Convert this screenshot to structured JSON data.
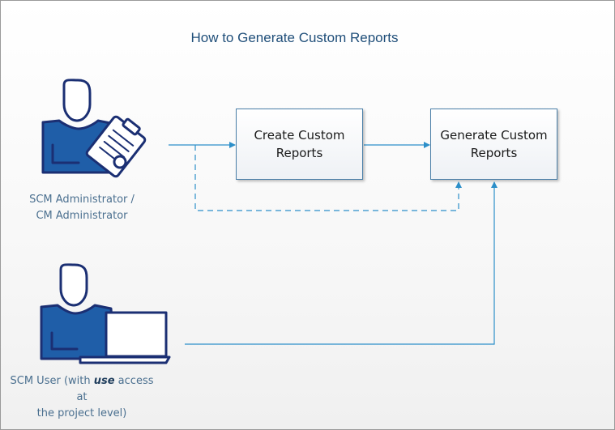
{
  "diagram": {
    "title": "How to Generate Custom Reports",
    "nodes": {
      "create_reports": {
        "line1": "Create Custom",
        "line2": "Reports"
      },
      "generate_reports": {
        "line1": "Generate Custom",
        "line2": "Reports"
      }
    },
    "actors": {
      "admin": {
        "icon": "administrator-with-clipboard-icon",
        "line1": "SCM Administrator /",
        "line2": "CM Administrator"
      },
      "user": {
        "icon": "user-with-laptop-icon",
        "line1_pre": "SCM User (with ",
        "line1_em": "use",
        "line1_post": " access at",
        "line2": "the project level)"
      }
    },
    "colors": {
      "accent": "#1f5ea8",
      "figure_stroke": "#1b2f73",
      "arrow": "#2c8fc9",
      "label": "#4a6f8f",
      "title": "#1f4e79"
    }
  }
}
